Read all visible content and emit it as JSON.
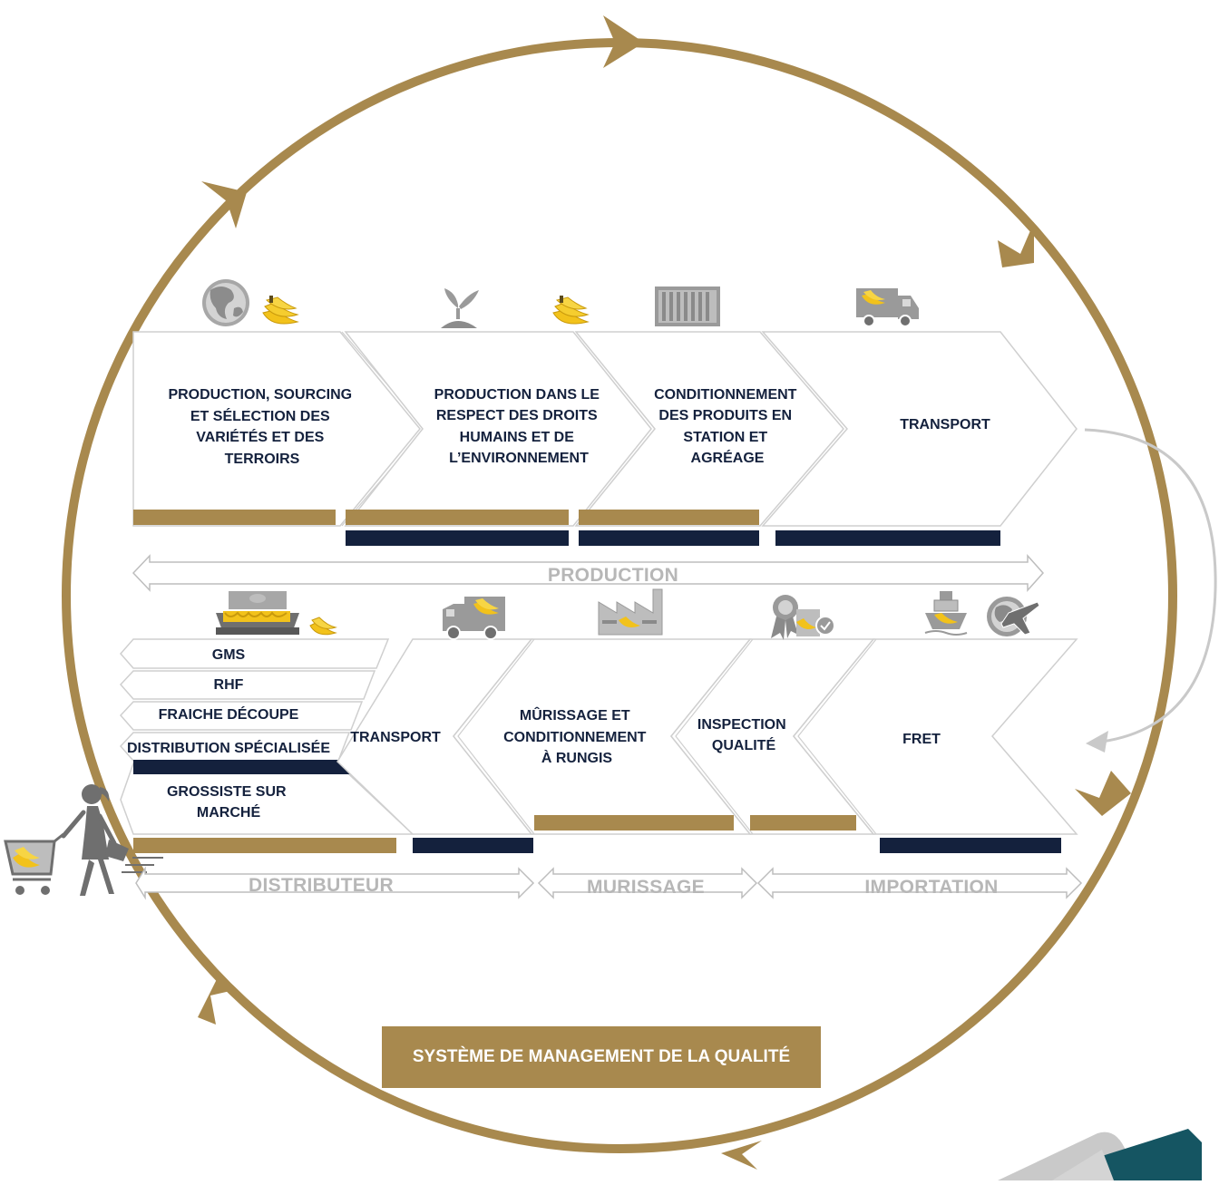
{
  "colors": {
    "gold": "#a8894e",
    "navy": "#14213d",
    "grey": "#9a9a9a",
    "light_grey": "#c9c9c9",
    "teal": "#155562",
    "banana": "#f2c21b"
  },
  "production_steps": [
    {
      "id": "production-sourcing",
      "lines": [
        "PRODUCTION, SOURCING",
        "ET SÉLECTION DES",
        "VARIÉTÉS ET DES",
        "TERROIRS"
      ],
      "icons": [
        "globe-icon",
        "banana-icon"
      ]
    },
    {
      "id": "production-droits",
      "lines": [
        "PRODUCTION DANS LE",
        "RESPECT DES DROITS",
        "HUMAINS ET DE",
        "L’ENVIRONNEMENT"
      ],
      "icons": [
        "plant-icon",
        "banana-icon"
      ]
    },
    {
      "id": "conditionnement",
      "lines": [
        "CONDITIONNEMENT",
        "DES PRODUITS EN",
        "STATION ET",
        "AGRÉAGE"
      ],
      "icons": [
        "container-icon"
      ]
    },
    {
      "id": "transport-top",
      "lines": [
        "TRANSPORT"
      ],
      "icons": [
        "truck-icon"
      ]
    }
  ],
  "production_label": "PRODUCTION",
  "distribution_channels": [
    "GMS",
    "RHF",
    "FRAICHE DÉCOUPE",
    "DISTRIBUTION SPÉCIALISÉE",
    "GROSSISTE SUR",
    "MARCHÉ"
  ],
  "lower_steps": [
    {
      "id": "transport-bottom",
      "lines": [
        "TRANSPORT"
      ],
      "icons": [
        "truck-icon"
      ]
    },
    {
      "id": "murissage",
      "lines": [
        "MÛRISSAGE ET",
        "CONDITIONNEMENT",
        "À RUNGIS"
      ],
      "icons": [
        "factory-icon"
      ]
    },
    {
      "id": "inspection",
      "lines": [
        "INSPECTION",
        "QUALITÉ"
      ],
      "icons": [
        "certificate-icon"
      ]
    },
    {
      "id": "fret",
      "lines": [
        "FRET"
      ],
      "icons": [
        "ship-icon",
        "plane-globe-icon"
      ]
    }
  ],
  "bottom_bands": [
    "DISTRIBUTEUR",
    "MURISSAGE",
    "IMPORTATION"
  ],
  "qms_label": "SYSTÈME DE MANAGEMENT DE LA QUALITÉ"
}
